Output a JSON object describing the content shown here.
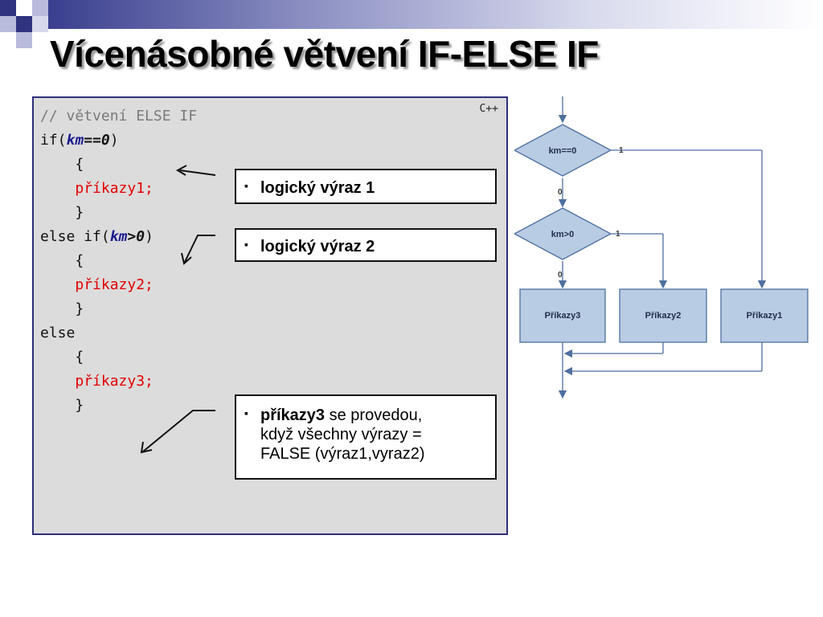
{
  "title": "Vícenásobné větvení IF-ELSE IF",
  "code": {
    "language": "C++",
    "comment": "// větvení ELSE IF",
    "if_kw": "if(",
    "var1": "km",
    "op1": "==",
    "num1": "0",
    "close_paren": ")",
    "open_brace": "{",
    "close_brace": "}",
    "stmt1": "příkazy1;",
    "elseif_kw": "else if(",
    "var2": "km",
    "op2": ">",
    "num2": "0",
    "stmt2": "příkazy2;",
    "else_kw": "else",
    "stmt3": "příkazy3;"
  },
  "notes": {
    "bullet": "▪",
    "note1": "logický výraz 1",
    "note2": "logický výraz 2",
    "note3_bold": "příkazy3",
    "note3_line1": " se provedou,",
    "note3_line2": "když všechny výrazy =",
    "note3_line3": "FALSE (výraz1,vyraz2)"
  },
  "flowchart": {
    "decision1": "km==0",
    "decision2": "km>0",
    "yes_label": "1",
    "no_label": "0",
    "box3": "Příkazy3",
    "box2": "Příkazy2",
    "box1": "Příkazy1"
  },
  "colors": {
    "code_bg": "#dcdcdc",
    "code_border": "#2d2f7a",
    "keyword_red": "#e10000",
    "variable_blue": "#1b1b8f",
    "flow_fill": "#b8cce4",
    "flow_stroke": "#4f6f9f"
  }
}
